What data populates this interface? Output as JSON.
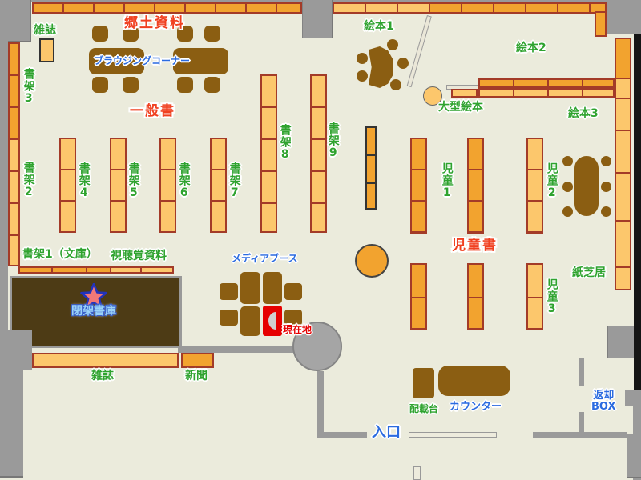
{
  "labels": {
    "magazines_top": "雑誌",
    "local_materials": "郷土資料",
    "browsing_corner": "ブラウジングコーナー",
    "general_books": "一般書",
    "shelf3": "書架3",
    "shelf2": "書架2",
    "shelf4": "書架4",
    "shelf5": "書架5",
    "shelf6": "書架6",
    "shelf7": "書架7",
    "shelf8": "書架8",
    "shelf9": "書架9",
    "picture_books_1": "絵本1",
    "picture_books_2": "絵本2",
    "picture_books_3": "絵本3",
    "large_picture_books": "大型絵本",
    "children_1": "児童1",
    "children_2": "児童2",
    "children_3": "児童3",
    "children_books": "児童書",
    "kamishibai": "紙芝居",
    "shelf1_bunko": "書架1（文庫）",
    "audio_visual": "視聴覚資料",
    "closed_stacks": "閉架書庫",
    "media_booth": "メディアブース",
    "current_location": "現在地",
    "magazines_bottom": "雑誌",
    "newspapers": "新聞",
    "loading_stand": "配載台",
    "counter": "カウンター",
    "entrance": "入口",
    "return_box_line1": "返却",
    "return_box_line2": "BOX"
  },
  "colors": {
    "floor": "#EBEBDC",
    "wall_gray": "#9A9A9A",
    "shelf_orange_dark": "#F2A32F",
    "shelf_orange_light": "#FCC76C",
    "shelf_border": "#A33B28",
    "furniture_brown": "#8B5E12",
    "closed_stacks_brown": "#4D3B15",
    "label_green": "#2FA32F",
    "label_red": "#F04020",
    "label_blue": "#2B6BE0",
    "current_location_red": "#E60000",
    "star_fill": "#F07878",
    "star_outline": "#2233BB"
  }
}
